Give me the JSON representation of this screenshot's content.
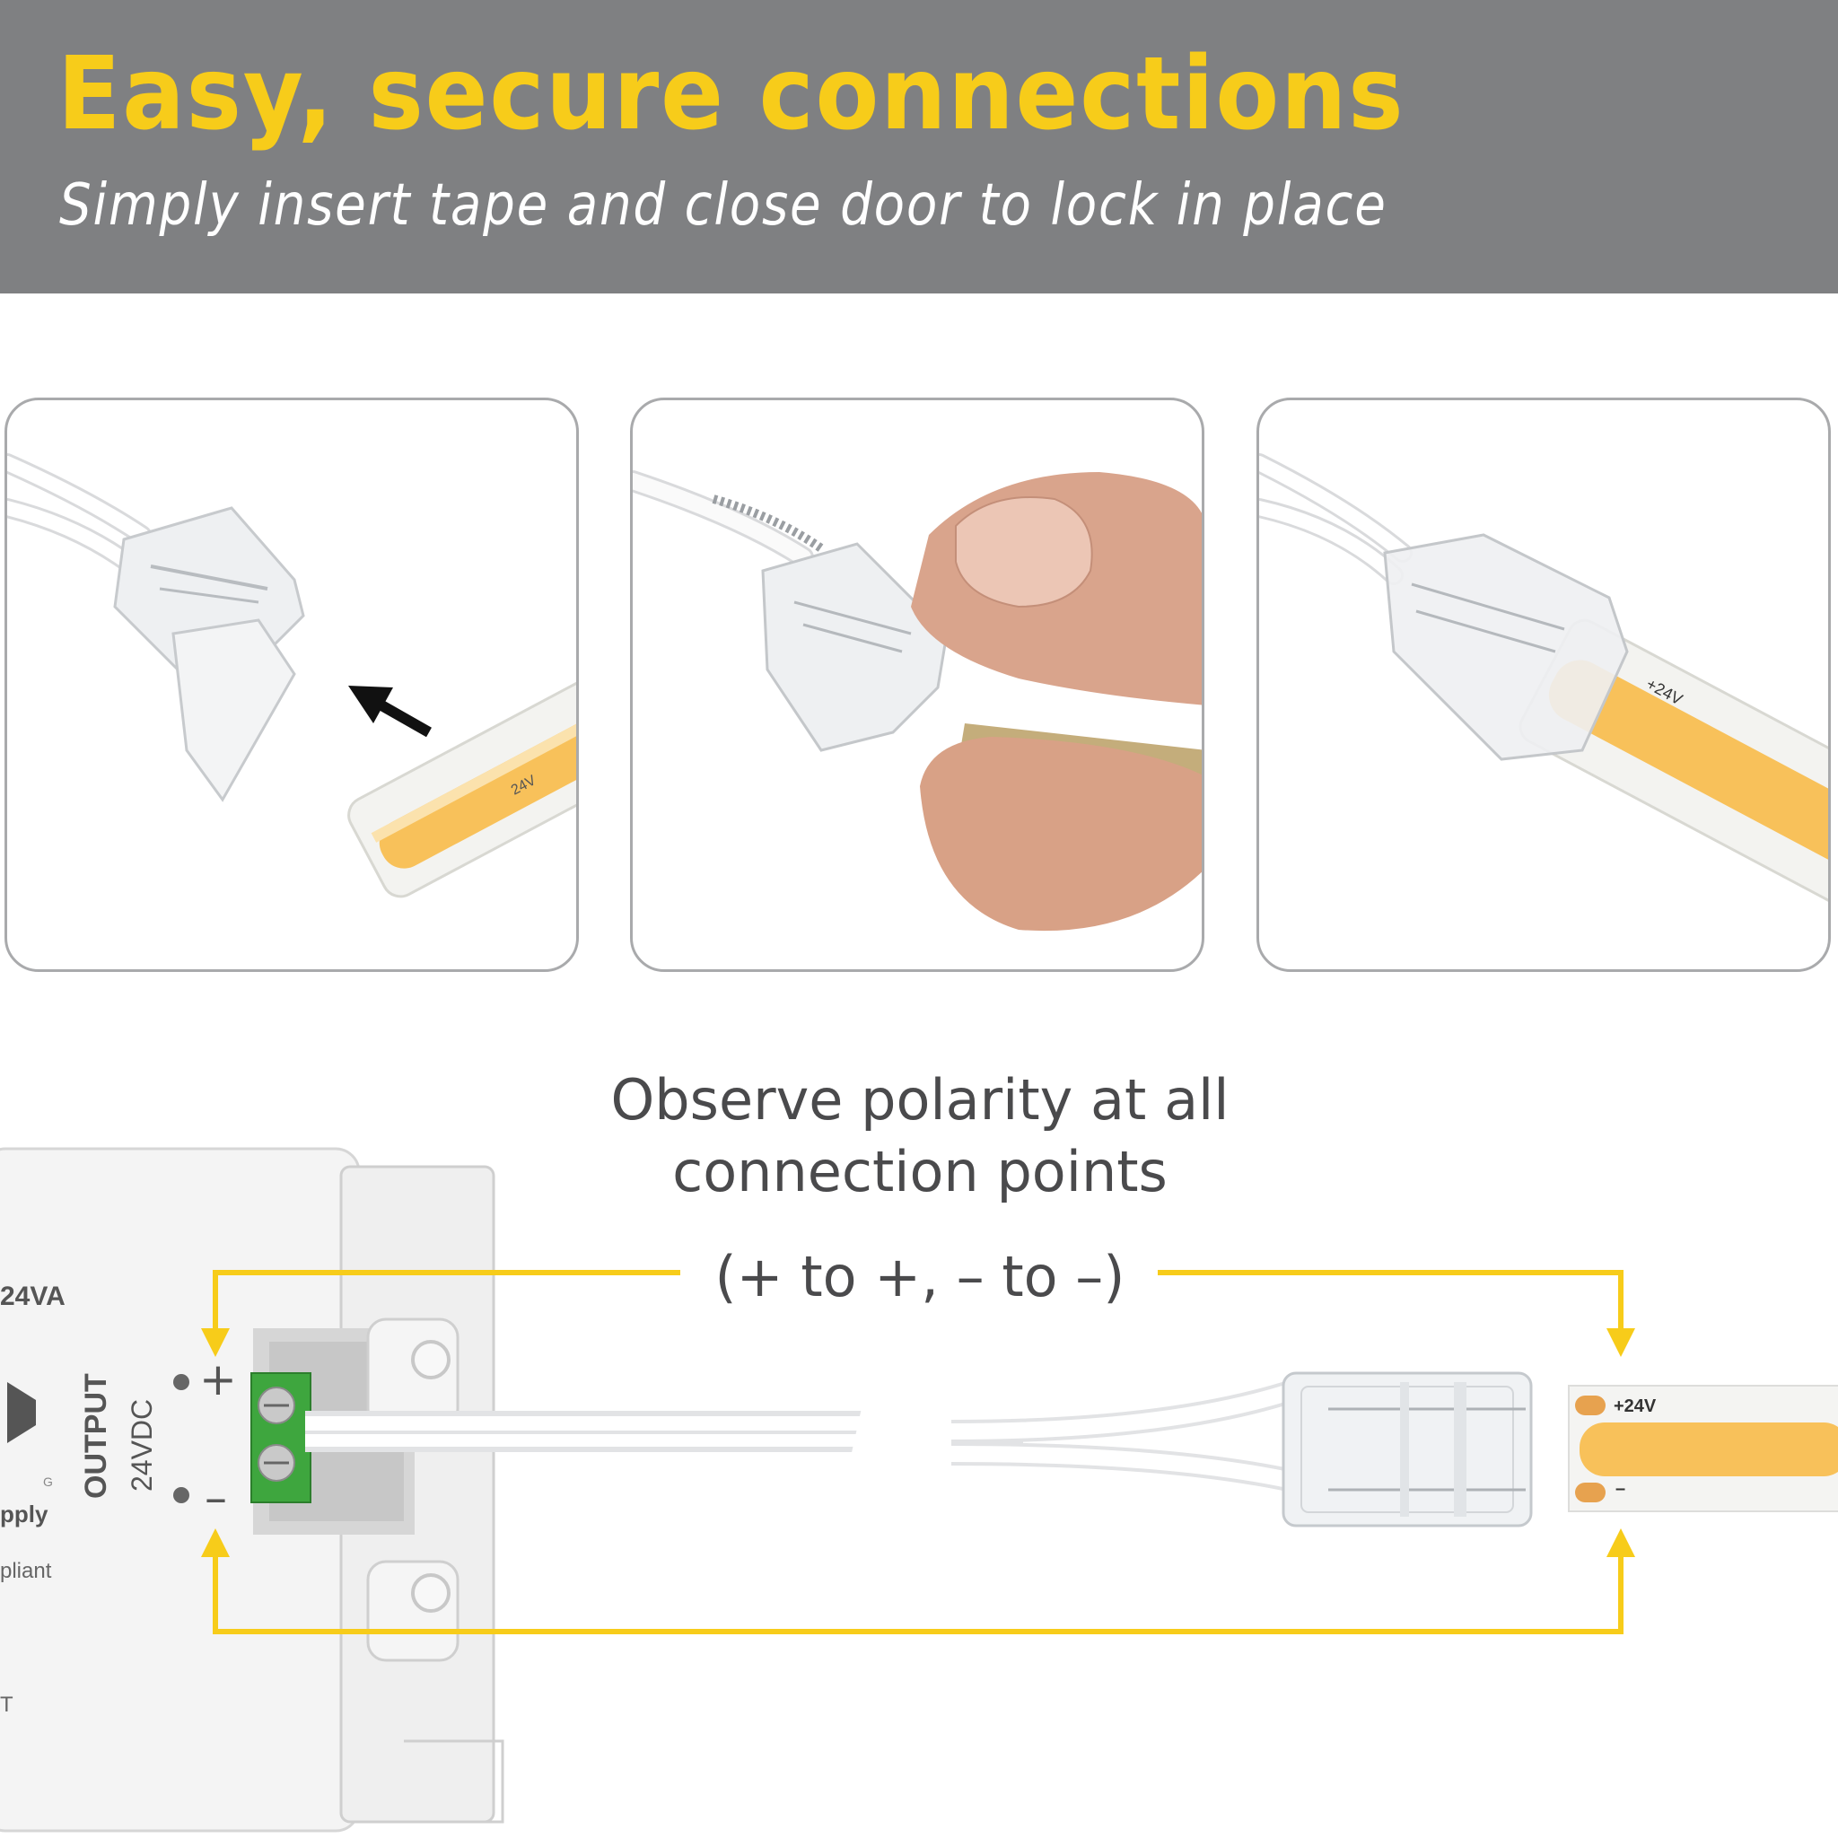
{
  "header": {
    "title": "Easy, secure connections",
    "subtitle": "Simply insert tape and close door to lock in place"
  },
  "steps": [
    {
      "name": "insert-tape"
    },
    {
      "name": "close-door"
    },
    {
      "name": "locked-connection"
    }
  ],
  "step_tape_labels": {
    "step1": "24V",
    "step3": "+24V"
  },
  "note": {
    "line1": "Observe polarity at all",
    "line2": "connection points",
    "rule": "(+ to +, – to –)"
  },
  "power_supply": {
    "rating": "24VA",
    "output_label": "OUTPUT",
    "voltage_label": "24VDC",
    "plus": "+",
    "minus": "–",
    "supply_text": "pply",
    "compliant_text": "pliant",
    "t_text": "T",
    "g_text": "G"
  },
  "tape": {
    "plus_label": "+24V",
    "minus_label": "–"
  },
  "colors": {
    "accent_yellow": "#f7cc1a",
    "banner_gray": "#7f8082",
    "tape_yellow": "#f8c15a",
    "terminal_green": "#3ea63e"
  }
}
